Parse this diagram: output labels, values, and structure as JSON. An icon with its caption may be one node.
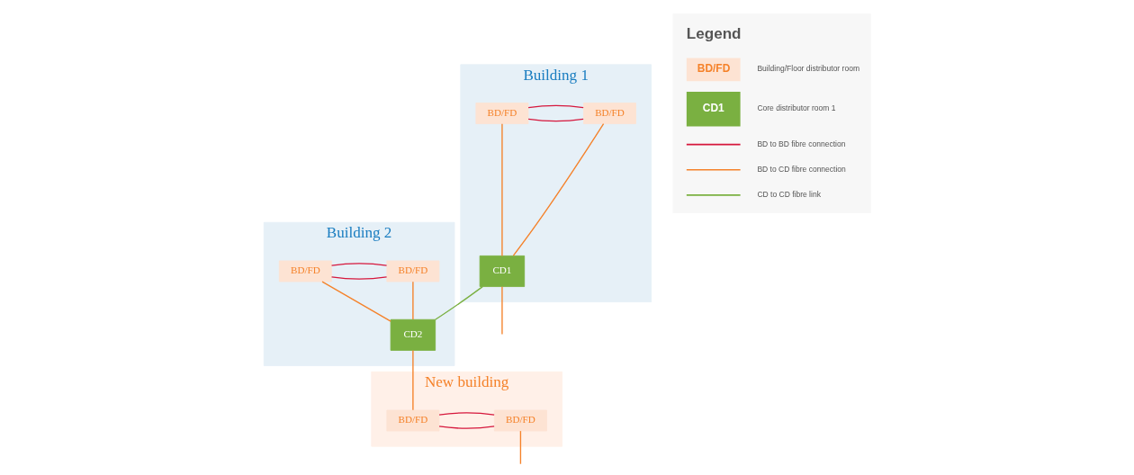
{
  "diagram": {
    "nodes": [
      {
        "text": [
          "Building 1"
        ]
      },
      {
        "text": [
          "BD/FD"
        ],
        "in": 0
      },
      {
        "text": [
          "BD/FD"
        ],
        "in": 0
      },
      {
        "text": [
          "CD1"
        ],
        "in": 0
      },
      {
        "text": [
          "Building 2"
        ]
      },
      {
        "text": [
          "BD/FD"
        ],
        "in": 4
      },
      {
        "text": [
          "BD/FD"
        ],
        "in": 4
      },
      {
        "text": [
          "CD2"
        ],
        "in": 4
      },
      {
        "text": [
          "New building"
        ]
      },
      {
        "text": [
          "BD/FD"
        ],
        "in": 8
      },
      {
        "text": [
          "BD/FD"
        ],
        "in": 8
      }
    ],
    "edges": [
      {
        "from": 1,
        "to": 2,
        "arrow": "none",
        "color": "#d6173c"
      },
      {
        "from": 1,
        "to": 2,
        "arrow": "none",
        "color": "#d6173c"
      },
      {
        "from": 1,
        "to": 3,
        "arrow": "none"
      },
      {
        "from": 2,
        "to": 3,
        "arrow": "none"
      },
      {
        "from": 5,
        "to": 6,
        "arrow": "none",
        "color": "#d6173c"
      },
      {
        "from": 5,
        "to": 6,
        "arrow": "none",
        "color": "#d6173c"
      },
      {
        "from": 5,
        "to": 7,
        "arrow": "none"
      },
      {
        "from": 6,
        "to": 7,
        "arrow": "none"
      },
      {
        "from": 9,
        "to": 10,
        "arrow": "none",
        "color": "#d6173c"
      },
      {
        "from": 9,
        "to": 10,
        "arrow": "none",
        "color": "#d6173c"
      },
      {
        "from": 3,
        "to": 7,
        "arrow": "none",
        "color": "#7ab041"
      },
      {
        "from": 3,
        "to": null,
        "arrow": "none"
      },
      {
        "from": 7,
        "to": 9,
        "arrow": "none"
      },
      {
        "from": 10,
        "to": null,
        "arrow": "none"
      }
    ],
    "labels": [
      "Legend",
      "BD/FD",
      "CD1"
    ],
    "legend": [
      {
        "text": "Building/Floor distributor room",
        "color": "#fde3d3"
      },
      {
        "text": "Core distributor room 1",
        "color": "#7ab041"
      },
      {
        "text": "BD to BD fibre connection"
      },
      {
        "text": "BD to CD fibre connection"
      },
      {
        "text": "CD to CD fibre link"
      }
    ]
  }
}
